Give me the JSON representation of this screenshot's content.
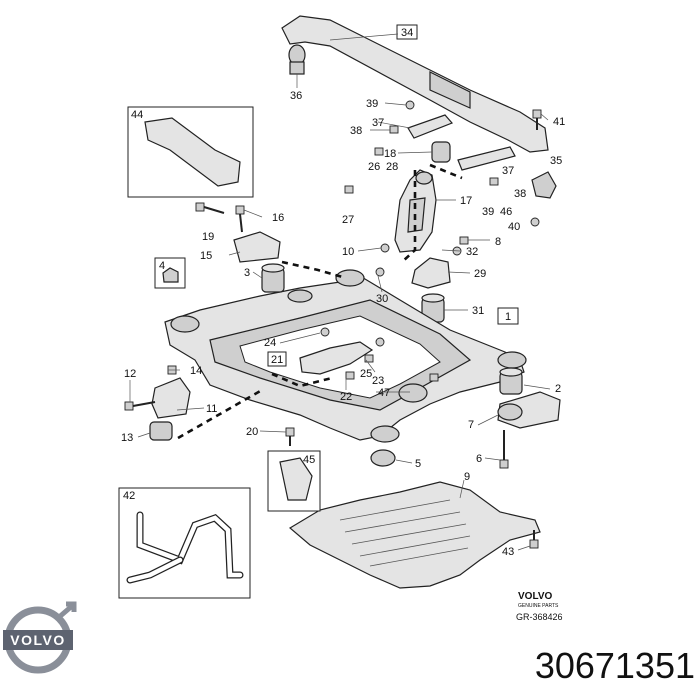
{
  "callouts": {
    "c1": "1",
    "c2": "2",
    "c3": "3",
    "c4": "4",
    "c5": "5",
    "c6": "6",
    "c7": "7",
    "c8": "8",
    "c9": "9",
    "c10": "10",
    "c11": "11",
    "c12": "12",
    "c13": "13",
    "c14": "14",
    "c15": "15",
    "c16": "16",
    "c17": "17",
    "c18": "18",
    "c19": "19",
    "c20": "20",
    "c21": "21",
    "c22": "22",
    "c23": "23",
    "c24": "24",
    "c25": "25",
    "c26": "26",
    "c27": "27",
    "c28": "28",
    "c29": "29",
    "c30": "30",
    "c31": "31",
    "c32": "32",
    "c34": "34",
    "c35": "35",
    "c36": "36",
    "c37a": "37",
    "c37b": "37",
    "c38a": "38",
    "c38b": "38",
    "c39a": "39",
    "c39b": "39",
    "c40": "40",
    "c41": "41",
    "c42": "42",
    "c43": "43",
    "c44": "44",
    "c45": "45",
    "c46": "46",
    "c47": "47"
  },
  "stamp": {
    "brand": "VOLVO",
    "sub": "GENUINE PARTS",
    "ref": "GR-368426"
  },
  "logo": {
    "text": "VOLVO"
  },
  "part_number": "30671351",
  "colors": {
    "line": "#222222",
    "fill": "#e4e4e4",
    "dashed": "#111111",
    "logo": "#6a6f7a"
  }
}
